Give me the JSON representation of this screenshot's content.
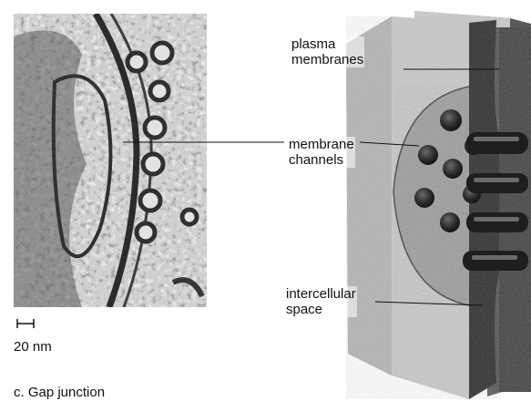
{
  "labels": {
    "plasma": [
      "plasma",
      "membranes"
    ],
    "channels": [
      "membrane",
      "channels"
    ],
    "space": [
      "intercellular",
      "space"
    ]
  },
  "scale_bar": "20 nm",
  "caption": "c. Gap junction"
}
